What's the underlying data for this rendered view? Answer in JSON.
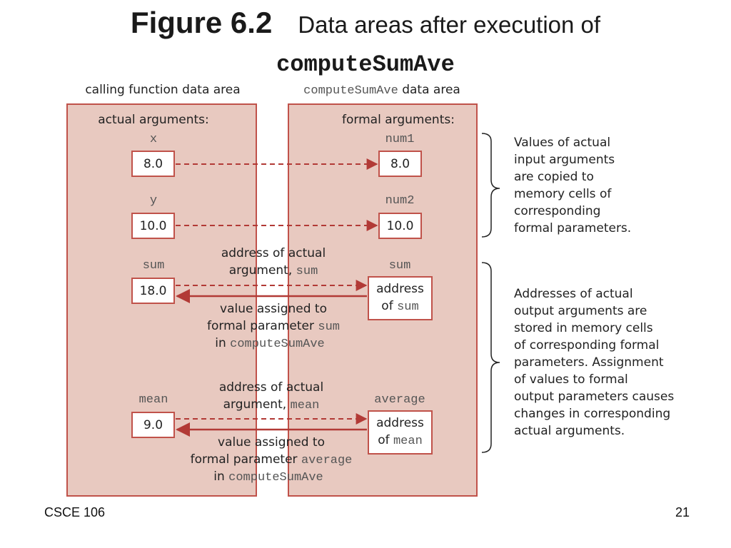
{
  "title": {
    "figure_number": "Figure 6.2",
    "caption": "Data areas after execution of",
    "function_name": "computeSumAve"
  },
  "left_area": {
    "heading": "calling function data area",
    "section_label": "actual arguments:",
    "variables": [
      {
        "name": "x",
        "value": "8.0"
      },
      {
        "name": "y",
        "value": "10.0"
      },
      {
        "name": "sum",
        "value": "18.0"
      },
      {
        "name": "mean",
        "value": "9.0"
      }
    ]
  },
  "right_area": {
    "heading_code": "computeSumAve",
    "heading_text": "data area",
    "section_label": "formal arguments:",
    "variables": [
      {
        "name": "num1",
        "value": "8.0"
      },
      {
        "name": "num2",
        "value": "10.0"
      },
      {
        "name": "sum",
        "value_text": "address",
        "value_prefix": "of",
        "value_code": "sum"
      },
      {
        "name": "average",
        "value_text": "address",
        "value_prefix": "of",
        "value_code": "mean"
      }
    ]
  },
  "arrow_labels": {
    "sum_address_line1": "address of actual",
    "sum_address_line2_text": "argument,",
    "sum_address_line2_code": "sum",
    "sum_value_line1": "value assigned to",
    "sum_value_line2_text": "formal parameter",
    "sum_value_line2_code": "sum",
    "sum_value_line3_text": "in",
    "sum_value_line3_code": "computeSumAve",
    "mean_address_line1": "address of actual",
    "mean_address_line2_text": "argument,",
    "mean_address_line2_code": "mean",
    "mean_value_line1": "value assigned to",
    "mean_value_line2_text": "formal parameter",
    "mean_value_line2_code": "average",
    "mean_value_line3_text": "in",
    "mean_value_line3_code": "computeSumAve"
  },
  "notes": {
    "input_note": "Values of actual\ninput arguments\nare copied to\nmemory cells of\ncorresponding\nformal parameters.",
    "output_note": "Addresses of actual\noutput arguments are\nstored in memory cells\nof corresponding formal\nparameters. Assignment\nof values to formal\noutput parameters causes\nchanges in corresponding\nactual arguments."
  },
  "footer": {
    "course": "CSCE 106",
    "page_number": "21"
  },
  "colors": {
    "area_fill": "#e8c9c0",
    "accent": "#c0524a",
    "arrow": "#b23a36"
  }
}
